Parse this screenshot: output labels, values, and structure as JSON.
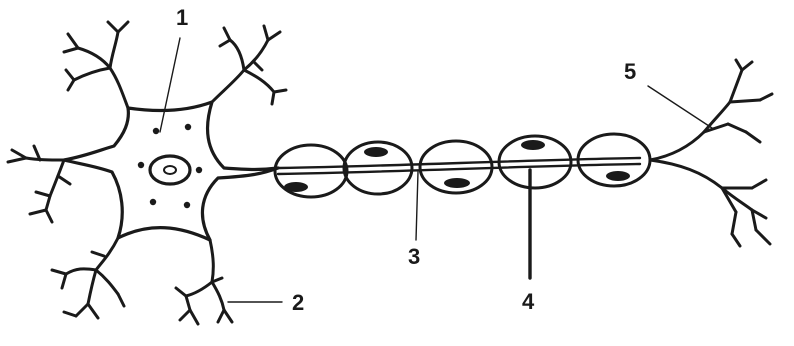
{
  "diagram": {
    "labels": [
      {
        "id": "label-1",
        "text": "1"
      },
      {
        "id": "label-2",
        "text": "2"
      },
      {
        "id": "label-3",
        "text": "3"
      },
      {
        "id": "label-4",
        "text": "4"
      },
      {
        "id": "label-5",
        "text": "5"
      }
    ]
  },
  "colors": {
    "ink": "#1a1a1a",
    "background": "#ffffff"
  }
}
